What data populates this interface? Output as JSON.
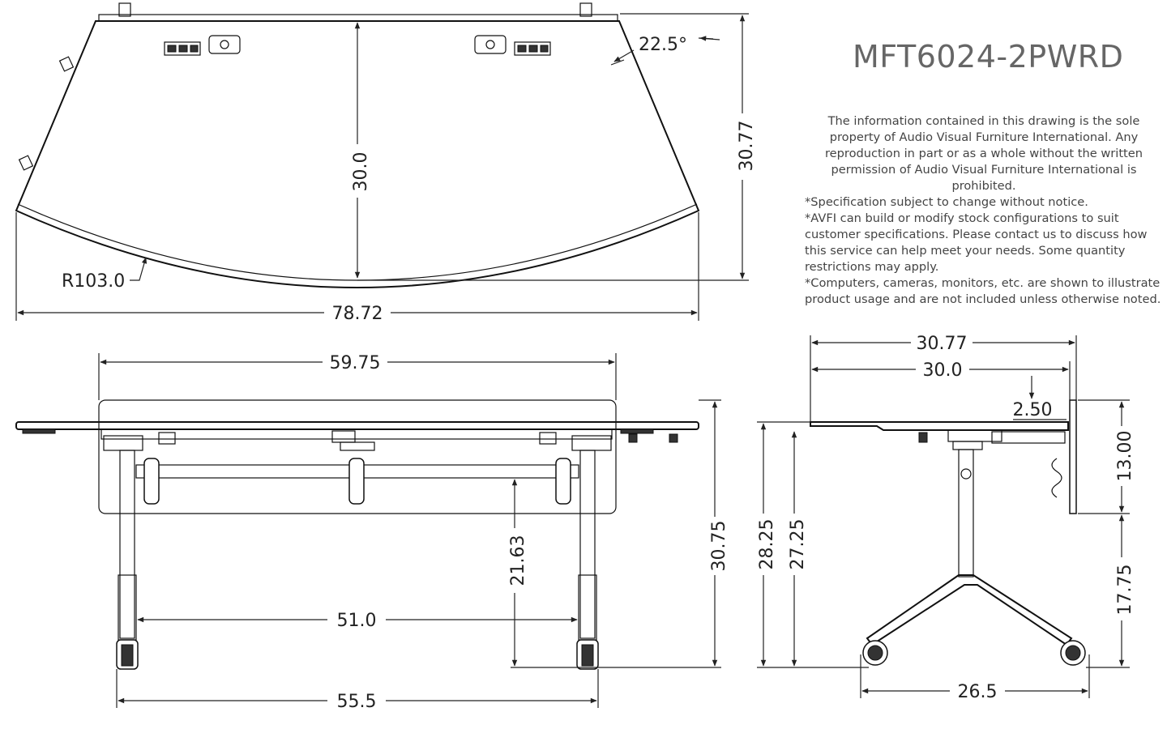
{
  "header": {
    "model_number": "MFT6024-2PWRD"
  },
  "notice": {
    "paragraph": "The information contained in this drawing is the sole property of Audio Visual Furniture International. Any reproduction in part or as a whole without the written permission of Audio Visual Furniture International is prohibited.",
    "notes": [
      "*Specification subject to change without notice.",
      "*AVFI can build or modify stock configurations to suit customer specifications. Please contact us to discuss how this service can help meet your needs. Some quantity restrictions may apply.",
      "*Computers, cameras, monitors, etc. are shown to illustrate product usage and are not included unless otherwise noted."
    ]
  },
  "top_view": {
    "depth_center": "30.0",
    "depth_overall": "30.77",
    "width_overall": "78.72",
    "edge_radius": "R103.0",
    "side_angle": "22.5°"
  },
  "front_view": {
    "modesty_panel_width": "59.75",
    "overall_height": "30.75",
    "crossbar_height": "21.63",
    "leg_span_inner": "51.0",
    "base_width": "55.5"
  },
  "side_view": {
    "depth_overall": "30.77",
    "depth_top": "30.0",
    "panel_offset": "2.50",
    "panel_height": "13.00",
    "panel_floor_clearance": "17.75",
    "top_height": "28.25",
    "underside_height": "27.25",
    "caster_spread": "26.5"
  }
}
